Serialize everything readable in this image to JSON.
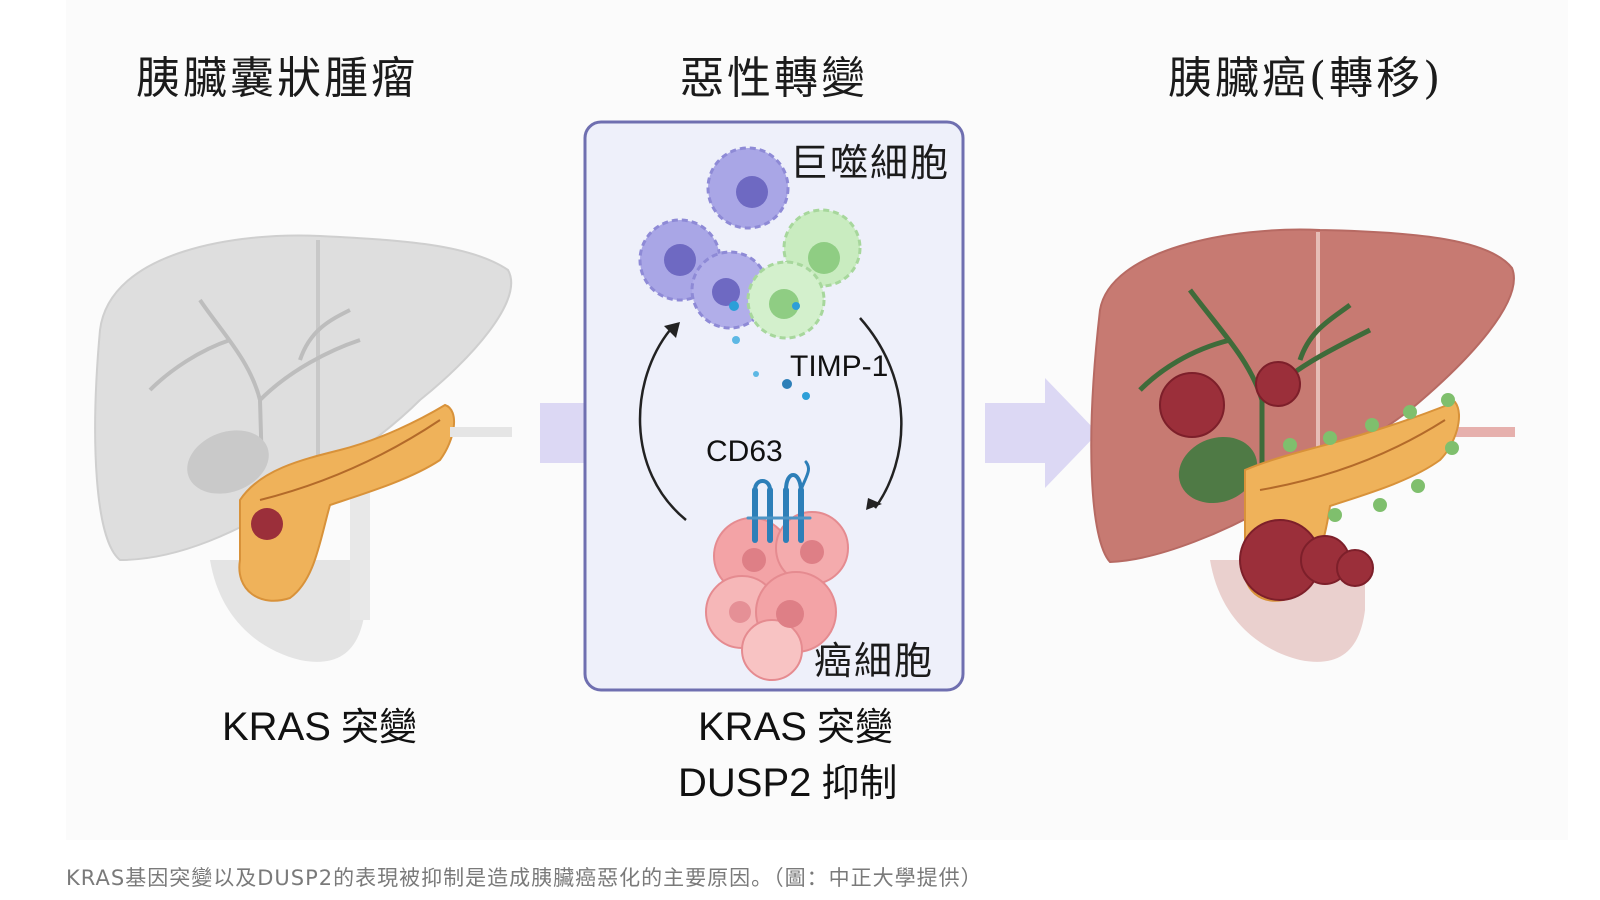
{
  "titles": {
    "left": "胰臟囊狀腫瘤",
    "middle": "惡性轉變",
    "right": "胰臟癌(轉移)"
  },
  "box_labels": {
    "macrophage": "巨噬細胞",
    "cancer_cell": "癌細胞",
    "timp1": "TIMP-1",
    "cd63": "CD63"
  },
  "bottom_labels": {
    "left_gene": "KRAS",
    "left_state": "突變",
    "middle_gene1": "KRAS",
    "middle_state1": "突變",
    "middle_gene2": "DUSP2",
    "middle_state2": "抑制"
  },
  "caption": "KRAS基因突變以及DUSP2的表現被抑制是造成胰臟癌惡化的主要原因。（圖：中正大學提供）",
  "colors": {
    "liver_gray": "#dedede",
    "liver_red": "#c77a72",
    "pancreas": "#efb25a",
    "tumor": "#9b2f3a",
    "box_fill": "#eef0fa",
    "box_border": "#6f6fb0",
    "macrophage_purple": "#a9a6e6",
    "macrophage_green": "#c9ecc0",
    "cancer_pink": "#f3a3a6",
    "receptor_blue": "#2d7fb8",
    "arrow_lavender": "#dcd8f4"
  }
}
